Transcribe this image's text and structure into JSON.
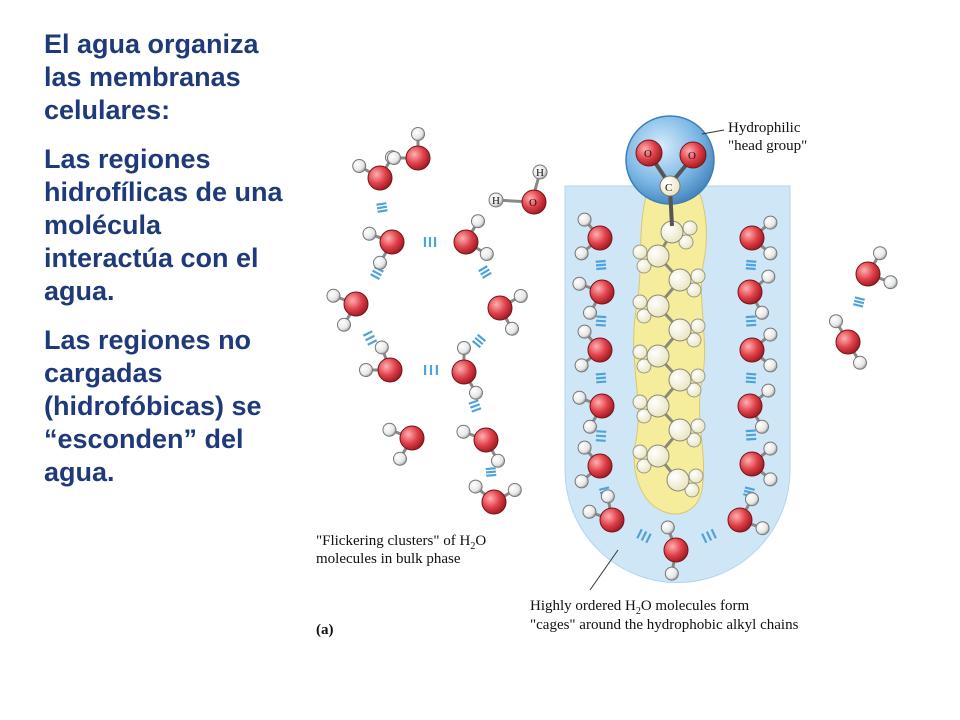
{
  "text": {
    "heading": "El agua organiza las membranas celulares:",
    "para1": "Las regiones hidrofílicas de una molécula interactúa con el agua.",
    "para2": "Las regiones no cargadas (hidrofóbicas) se “esconden” del agua."
  },
  "diagram": {
    "head_label_line1": "Hydrophilic",
    "head_label_line2": "\"head group\"",
    "atom_o": "O",
    "atom_c": "C",
    "atom_h": "H",
    "clusters_label_line1_a": "\"Flickering clusters\" of H",
    "clusters_label_sub": "2",
    "clusters_label_line1_b": "O",
    "clusters_label_line2": "molecules in bulk phase",
    "cages_label_line1_a": "Highly ordered H",
    "cages_label_sub": "2",
    "cages_label_line1_b": "O molecules form",
    "cages_label_line2": "\"cages\" around the hydrophobic alkyl chains",
    "panel_label": "(a)"
  },
  "colors": {
    "text": "#1f3a7a",
    "oxygen": "#d8303a",
    "hydrogen": "#f2f2f2",
    "hbond": "#4fa3d8",
    "cage_bg": "#cfe6f7",
    "chain_bg": "#f6ed9c",
    "head_sphere": "#7cb8e6"
  }
}
